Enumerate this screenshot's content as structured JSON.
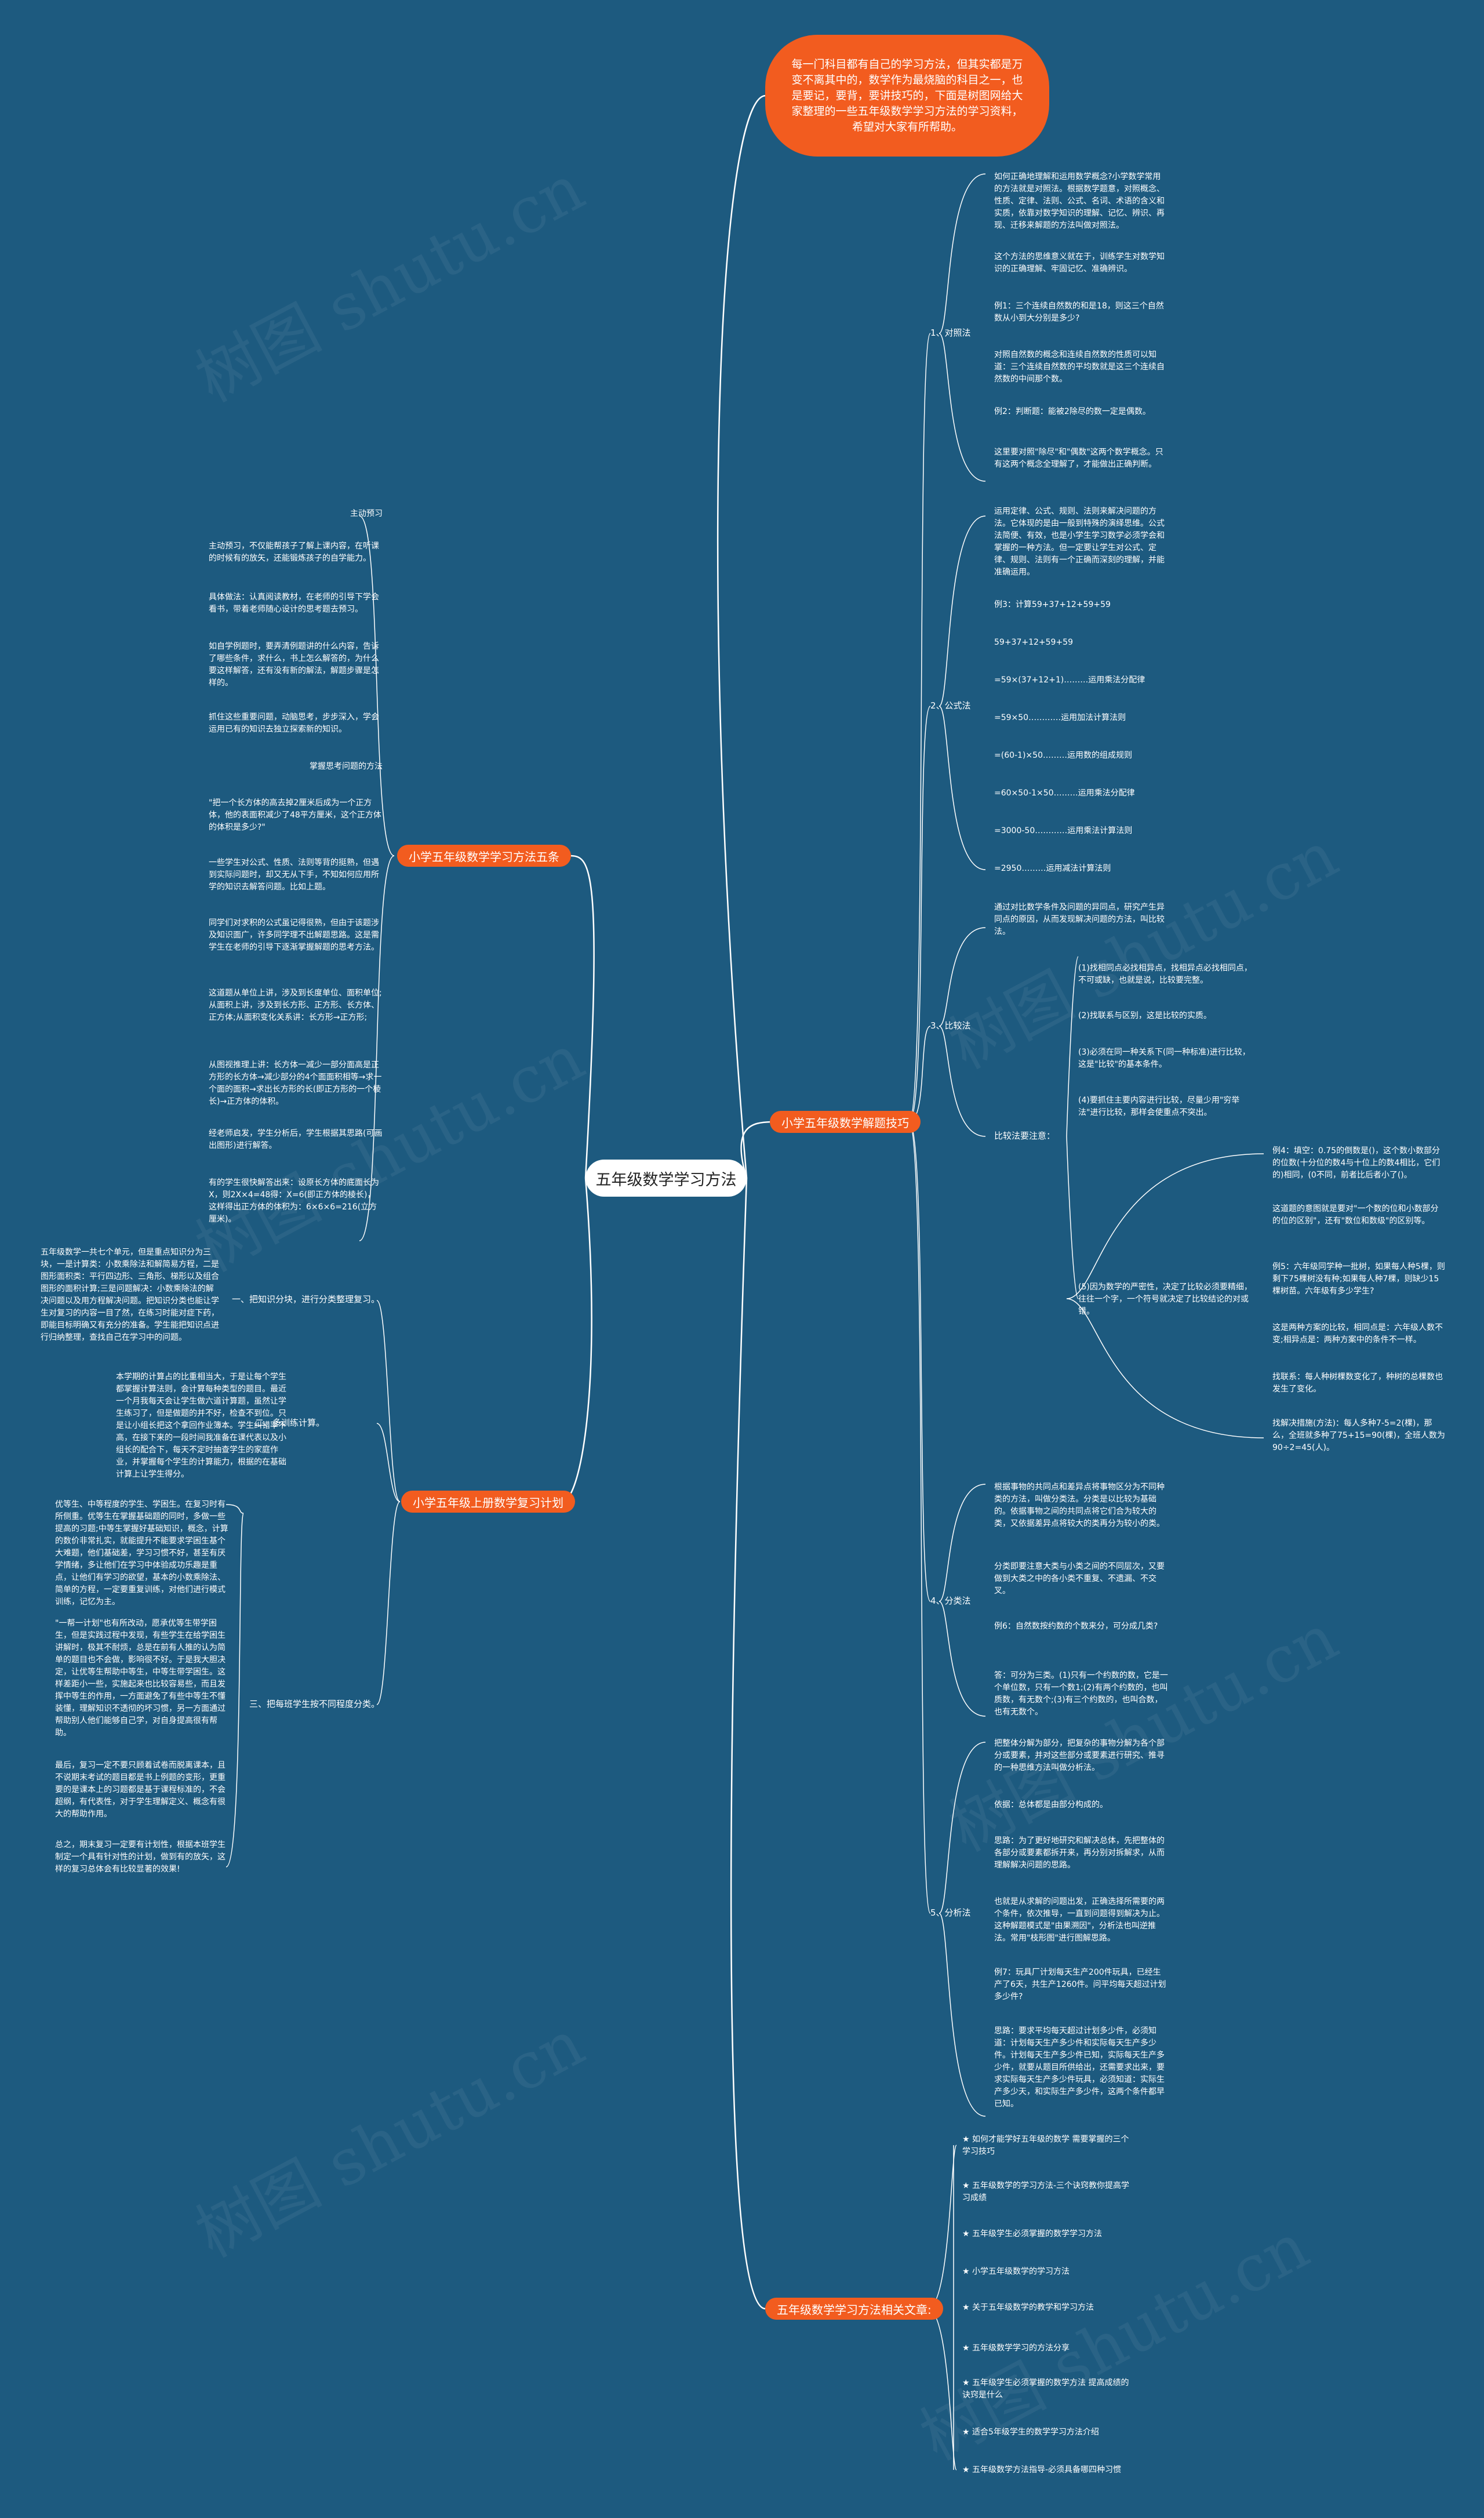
{
  "root": "五年级数学学习方法",
  "intro": "每一门科目都有自己的学习方法，但其实都是万变不离其中的，数学作为最烧脑的科目之一，也是要记，要背，要讲技巧的，下面是树图网给大家整理的一些五年级数学学习方法的学习资料，希望对大家有所帮助。",
  "watermark": "树图 shutu.cn",
  "branches": {
    "review_methods": {
      "label": "小学五年级数学学习方法五条",
      "items": [
        "主动预习",
        "主动预习，不仅能帮孩子了解上课内容，在听课的时候有的放矢，还能锻炼孩子的自学能力。",
        "具体做法：认真阅读教材，在老师的引导下学会看书，带着老师随心设计的思考题去预习。",
        "如自学例题时，要弄清例题讲的什么内容，告诉了哪些条件，求什么，书上怎么解答的，为什么要这样解答，还有没有新的解法，解题步骤是怎样的。",
        "抓住这些重要问题，动脑思考，步步深入，学会运用已有的知识去独立探索新的知识。",
        "掌握思考问题的方法",
        "\"把一个长方体的高去掉2厘米后成为一个正方体，他的表面积减少了48平方厘米，这个正方体的体积是多少?\"",
        "一些学生对公式、性质、法则等背的挺熟，但遇到实际问题时，却又无从下手，不知如何应用所学的知识去解答问题。比如上题。",
        "同学们对求积的公式虽记得很熟，但由于该题涉及知识面广，许多同学理不出解题思路。这是需学生在老师的引导下逐渐掌握解题的思考方法。",
        "这道题从单位上讲，涉及到长度单位、面积单位;从面积上讲，涉及到长方形、正方形、长方体、正方体;从面积变化关系讲：长方形→正方形;",
        "从图视推理上讲：长方体一减少一部分面高是正方形的长方体→减少部分的4个面面积相等→求一个面的面积→求出长方形的长(即正方形的一个棱长)→正方体的体积。",
        "经老师启发，学生分析后，学生根据其思路(可画出图形)进行解答。",
        "有的学生很快解答出来：设原长方体的底面长为X，则2X×4=48得：X=6(即正方体的棱长)，这样得出正方体的体积为：6×6×6=216(立方厘米)。"
      ]
    },
    "review_plan": {
      "label": "小学五年级上册数学复习计划",
      "subs": [
        {
          "label": "一、把知识分块，进行分类整理复习。",
          "text": "五年级数学一共七个单元，但是重点知识分为三块，一是计算类：小数乘除法和解简易方程，二是图形面积类：平行四边形、三角形、梯形以及组合图形的面积计算;三是问题解决：小数乘除法的解决问题以及用方程解决问题。把知识分类也能让学生对复习的内容一目了然，在练习时能对症下药，即能目标明确又有充分的准备。学生能把知识点进行归纳整理，查找自己在学习中的问题。"
        },
        {
          "label": "二、多训练计算。",
          "text": "本学期的计算占的比重相当大，于是让每个学生都掌握计算法则，会计算每种类型的题目。最近一个月我每天会让学生做六道计算题，虽然让学生练习了，但是做题的并不好，检查不到位。只是让小组长把这个拿回作业簿本。学生纠错率不高，在接下来的一段时间我准备在课代表以及小组长的配合下，每天不定时抽查学生的家庭作业，并掌握每个学生的计算能力，根据的在基础计算上让学生得分。"
        },
        {
          "label": "三、把每班学生按不同程度分类。",
          "texts": [
            "优等生、中等程度的学生、学困生。在复习时有所侧重。优等生在掌握基础题的同时，多做一些提高的习题;中等生掌握好基础知识，概念，计算的数价非常扎实，就能提升不能要求学困生基个大难题，他们基础差，学习习惯不好，甚至有厌学情绪，多让他们在学习中体验成功乐趣是重点，让他们有学习的欲望，基本的小数乘除法、简单的方程，一定要重复训练，对他们进行模式训练，记忆为主。",
            "\"一帮一计划\"也有所改动，愿承优等生带学困生，但是实践过程中发现，有些学生在给学困生讲解时，极其不耐烦，总是在前有人推的认为简单的题目也不会做，影响很不好。于是我大胆决定，让优等生帮助中等生，中等生带学困生。这样差距小一些，实施起来也比较容易些，而且发挥中等生的作用，一方面避免了有些中等生不懂装懂，理解知识不透彻的坏习惯，另一方面通过帮助别人他们能够自己学，对自身提高很有帮助。",
            "最后，复习一定不要只顾着试卷而脱离课本，且不说期末考试的题目都是书上例题的变形，更重要的是课本上的习题都是基于课程标准的，不会超纲，有代表性，对于学生理解定义、概念有很大的帮助作用。",
            "总之，期末复习一定要有计划性，根据本班学生制定一个具有针对性的计划，做到有的放矢，这样的复习总体会有比较显著的效果!"
          ]
        }
      ]
    },
    "problem_skills": {
      "label": "小学五年级数学解题技巧",
      "methods": [
        {
          "label": "1、对照法",
          "items": [
            "如何正确地理解和运用数学概念?小学数学常用的方法就是对照法。根据数学题意，对照概念、性质、定律、法则、公式、名词、术语的含义和实质，依靠对数学知识的理解、记忆、辨识、再现、迁移来解题的方法叫做对照法。",
            "这个方法的思维意义就在于，训练学生对数学知识的正确理解、牢固记忆、准确辨识。",
            "例1：三个连续自然数的和是18，则这三个自然数从小到大分别是多少?",
            "对照自然数的概念和连续自然数的性质可以知道：三个连续自然数的平均数就是这三个连续自然数的中间那个数。",
            "例2：判断题：能被2除尽的数一定是偶数。",
            "这里要对照\"除尽\"和\"偶数\"这两个数学概念。只有这两个概念全理解了，才能做出正确判断。"
          ]
        },
        {
          "label": "2、公式法",
          "items": [
            "运用定律、公式、规则、法则来解决问题的方法。它体现的是由一般到特殊的演绎思维。公式法简便、有效，也是小学生学习数学必须学会和掌握的一种方法。但一定要让学生对公式、定律、规则、法则有一个正确而深刻的理解，并能准确运用。",
            "例3：计算59+37+12+59+59",
            "59+37+12+59+59",
            "=59×(37+12+1)………运用乘法分配律",
            "=59×50…………运用加法计算法则",
            "=(60-1)×50………运用数的组成规则",
            "=60×50-1×50………运用乘法分配律",
            "=3000-50…………运用乘法计算法则",
            "=2950………运用减法计算法则"
          ]
        },
        {
          "label": "3、比较法",
          "intro": "通过对比数学条件及问题的异同点，研究产生异同点的原因，从而发现解决问题的方法，叫比较法。",
          "sub": "比较法要注意：",
          "notes": [
            "(1)找相同点必找相异点，找相异点必找相同点，不可或缺，也就是说，比较要完整。",
            "(2)找联系与区别，这是比较的实质。",
            "(3)必须在同一种关系下(同一种标准)进行比较，这是\"比较\"的基本条件。",
            "(4)要抓住主要内容进行比较，尽量少用\"穷举法\"进行比较，那样会使重点不突出。",
            "(5)因为数学的严密性，决定了比较必须要精细，往往一个字，一个符号就决定了比较结论的对或错。"
          ],
          "examples": [
            "例4：填空：0.75的倒数是()，这个数小数部分的位数(十分位的数4与十位上的数4相比，它们的)相同，(0不同，前者比后者小了()。",
            "这道题的意图就是要对\"一个数的位和小数部分的位的区别\"，还有\"数位和数级\"的区别等。",
            "例5：六年级同学种一批树，如果每人种5棵，则剩下75棵树没有种;如果每人种7棵，则缺少15棵树苗。六年级有多少学生?",
            "这是两种方案的比较，相同点是：六年级人数不变;相异点是：两种方案中的条件不一样。",
            "找联系：每人种树棵数变化了，种树的总棵数也发生了变化。",
            "找解决措施(方法)：每人多种7-5=2(棵)，那么，全班就多种了75+15=90(棵)，全班人数为90÷2=45(人)。"
          ]
        },
        {
          "label": "4、分类法",
          "items": [
            "根据事物的共同点和差异点将事物区分为不同种类的方法，叫做分类法。分类是以比较为基础的。依据事物之间的共同点将它们合为较大的类，又依据差异点将较大的类再分为较小的类。",
            "分类即要注意大类与小类之间的不同层次，又要做到大类之中的各小类不重复、不遗漏、不交叉。",
            "例6：自然数按约数的个数来分，可分成几类?",
            "答：可分为三类。(1)只有一个约数的数，它是一个单位数，只有一个数1;(2)有两个约数的，也叫质数，有无数个;(3)有三个约数的，也叫合数，也有无数个。"
          ]
        },
        {
          "label": "5、分析法",
          "items": [
            "把整体分解为部分，把复杂的事物分解为各个部分或要素，并对这些部分或要素进行研究、推寻的一种思维方法叫做分析法。",
            "依据：总体都是由部分构成的。",
            "思路：为了更好地研究和解决总体，先把整体的各部分或要素都拆开来，再分别对拆解求，从而理解解决问题的思路。",
            "也就是从求解的问题出发，正确选择所需要的两个条件，依次推导，一直到问题得到解决为止。这种解题模式是\"由果溯因\"，分析法也叫逆推法。常用\"枝形图\"进行图解思路。",
            "例7：玩具厂计划每天生产200件玩具，已经生产了6天，共生产1260件。问平均每天超过计划多少件?",
            "思路：要求平均每天超过计划多少件，必须知道：计划每天生产多少件和实际每天生产多少件。计划每天生产多少件已知，实际每天生产多少件，就要从题目所供给出，还需要求出来，要求实际每天生产多少件玩具，必须知道：实际生产多少天，和实际生产多少件，这两个条件都早已知。"
          ]
        }
      ]
    },
    "related": {
      "label": "五年级数学学习方法相关文章:",
      "items": [
        "★ 如何才能学好五年级的数学 需要掌握的三个学习技巧",
        "★ 五年级数学的学习方法-三个诀窍教你提高学习成绩",
        "★ 五年级学生必须掌握的数学学习方法",
        "★ 小学五年级数学的学习方法",
        "★ 关于五年级数学的教学和学习方法",
        "★ 五年级数学学习的方法分享",
        "★ 五年级学生必须掌握的数学方法 提高成绩的诀窍是什么",
        "★ 适合5年级学生的数学学习方法介绍",
        "★ 五年级数学方法指导-必须具备哪四种习惯"
      ]
    }
  }
}
